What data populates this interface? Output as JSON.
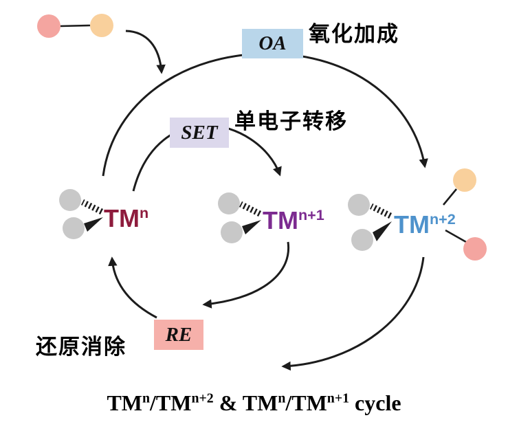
{
  "steps": [
    {
      "abbr": "OA",
      "zh": "氧化加成",
      "box_color": "#b9d6ea"
    },
    {
      "abbr": "SET",
      "zh": "单电子转移",
      "box_color": "#dcd8ec"
    },
    {
      "abbr": "RE",
      "zh": "还原消除",
      "box_color": "#f6b0aa"
    }
  ],
  "species": [
    {
      "base": "TM",
      "sup": "n",
      "color": "#8e1c3d"
    },
    {
      "base": "TM",
      "sup": "n+1",
      "color": "#7c2b90"
    },
    {
      "base": "TM",
      "sup": "n+2",
      "color": "#4e92cc"
    }
  ],
  "caption": {
    "p1": "TM",
    "s1": "n",
    "p2": "/TM",
    "s2": "n+2",
    "p3": " & TM",
    "s3": "n",
    "p4": "/TM",
    "s4": "n+1",
    "p5": " cycle"
  },
  "colors": {
    "substrate_pink": "#f4a5a0",
    "substrate_orange": "#f9d09c",
    "ligand_gray": "#c8c8c8",
    "arrow": "#1c1c1c"
  }
}
